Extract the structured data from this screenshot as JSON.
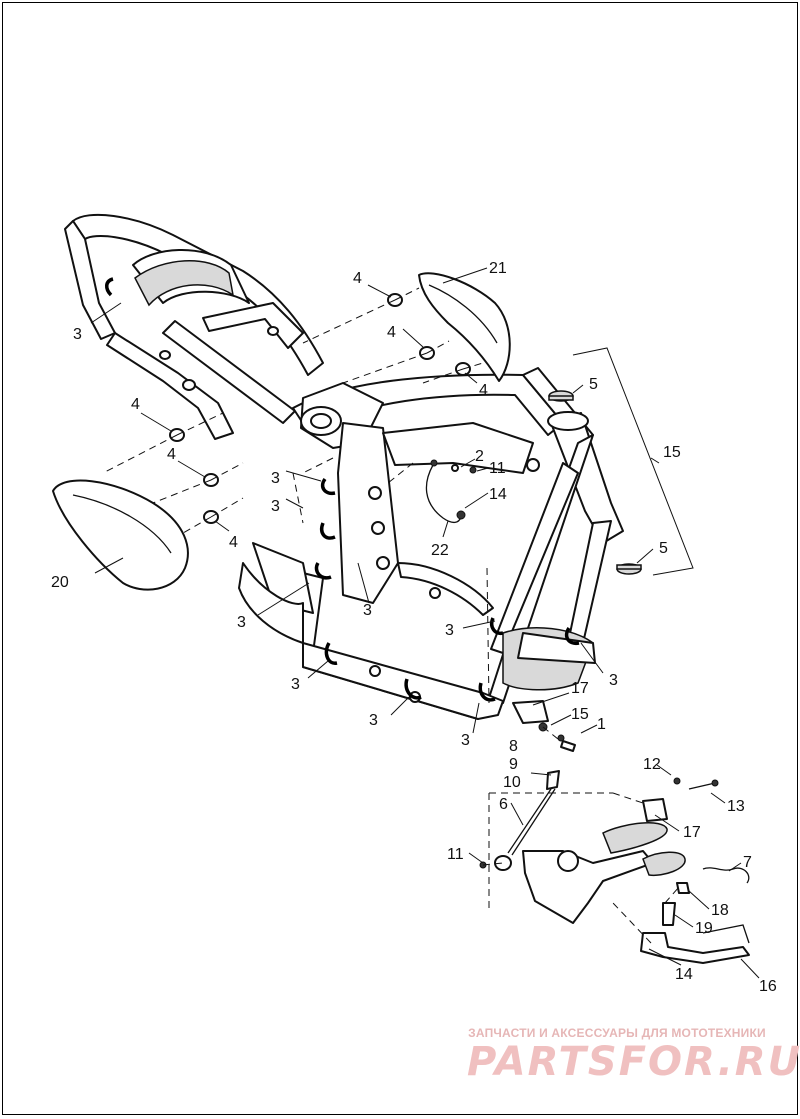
{
  "callouts": {
    "c1": "1",
    "c2": "2",
    "c4a": "4",
    "c4b": "4",
    "c4c": "4",
    "c4d": "4",
    "c4e": "4",
    "c4f": "4",
    "c3a": "3",
    "c3b": "3",
    "c3c": "3",
    "c3d": "3",
    "c3e": "3",
    "c3f": "3",
    "c3g": "3",
    "c3h": "3",
    "c3i": "3",
    "c3j": "3",
    "c5a": "5",
    "c5b": "5",
    "c6": "6",
    "c7": "7",
    "c8": "8",
    "c9": "9",
    "c10": "10",
    "c11a": "11",
    "c11b": "11",
    "c12": "12",
    "c13": "13",
    "c14a": "14",
    "c14b": "14",
    "c15a": "15",
    "c15b": "15",
    "c16": "16",
    "c17a": "17",
    "c17b": "17",
    "c18": "18",
    "c19": "19",
    "c20": "20",
    "c21": "21",
    "c22": "22"
  },
  "watermark": {
    "tagline": "ЗАПЧАСТИ И АКСЕССУАРЫ ДЛЯ МОТОТЕХНИКИ",
    "logo": "PARTSFOR.RU",
    "color": "#e8a0a0"
  }
}
